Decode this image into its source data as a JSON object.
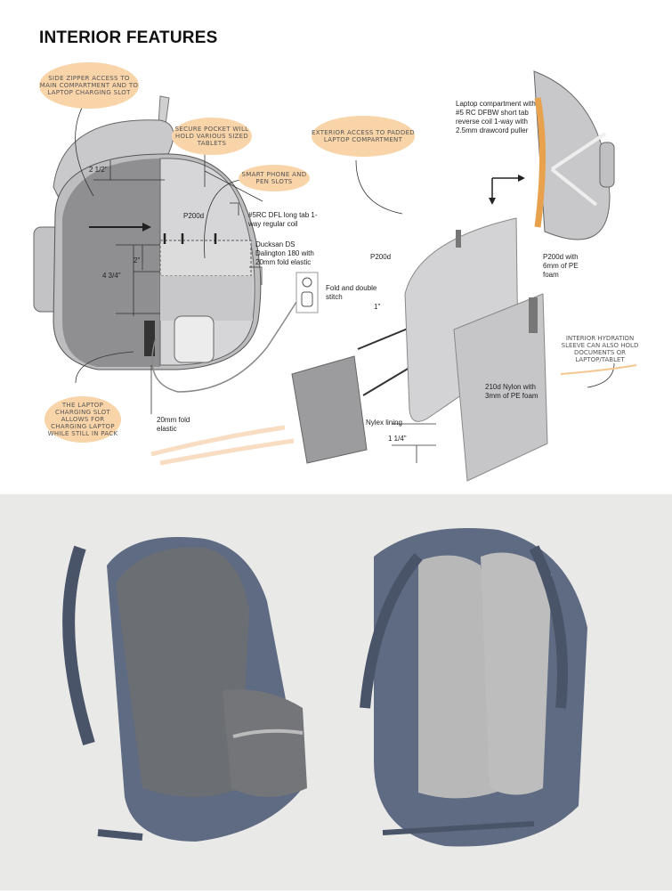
{
  "title": "INTERIOR FEATURES",
  "callouts": {
    "side_zipper": "SIDE ZIPPER ACCESS TO MAIN COMPARTMENT AND TO LAPTOP CHARGING SLOT",
    "secure_pocket": "SECURE POCKET WILL HOLD VARIOUS SIZED TABLETS",
    "smart_phone": "SMART PHONE AND PEN SLOTS",
    "exterior_access": "EXTERIOR ACCESS TO PADDED LAPTOP COMPARTMENT",
    "charging_slot": "THE LAPTOP CHARGING SLOT ALLOWS FOR CHARGING LAPTOP WHILE STILL IN PACK",
    "hydration_sleeve": "INTERIOR HYDRATION SLEEVE CAN ALSO HOLD DOCUMENTS OR LAPTOP/TABLET"
  },
  "notes": {
    "p200d_front": "P200d",
    "zipper_5rc": "#5RC DFL long tab 1-way regular coil",
    "ducksan": "Ducksan DS Dalington 180 with 20mm fold elastic",
    "fold_double": "Fold and double stitch",
    "fold_elastic": "20mm fold elastic",
    "laptop_compartment": "Laptop compartment with #5 RC DFBW short tab reverse coil 1-way with 2.5mm drawcord puller",
    "p200d_panel": "P200d",
    "p200d_foam": "P200d with 6mm of PE foam",
    "nylon_sleeve": "210d Nylon with 3mm of PE foam",
    "nylex": "Nylex lining"
  },
  "dimensions": {
    "d1": "2 1/2\"",
    "d2": "2\"",
    "d3": "4 3/4\"",
    "d4": "1\"",
    "d5": "1 1/4\""
  },
  "colors": {
    "callout": "#f8d4a8",
    "zipper_accent": "#e8a24e",
    "pack_gray": "#cfcfd1",
    "photo_bg": "#e9e9e8",
    "pack_blue": "#5f6b82"
  }
}
